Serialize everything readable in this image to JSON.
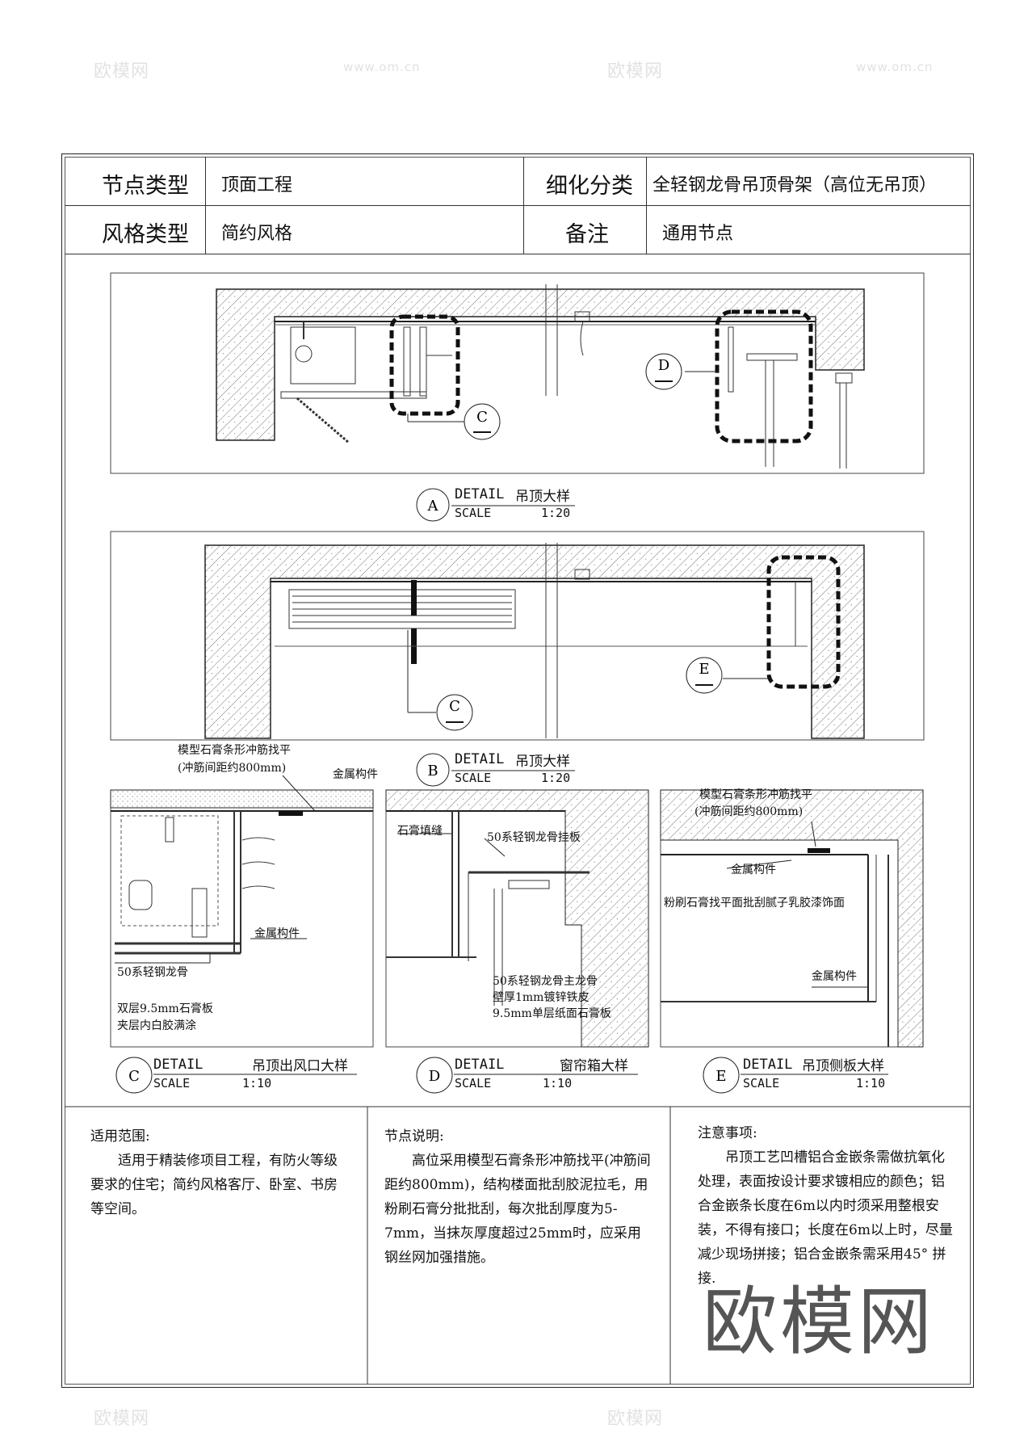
{
  "header": {
    "node_type_label": "节点类型",
    "node_type_value": "顶面工程",
    "refine_label": "细化分类",
    "refine_value": "全轻钢龙骨吊顶骨架（高位无吊顶）",
    "style_label": "风格类型",
    "style_value": "简约风格",
    "remark_label": "备注",
    "remark_value": "通用节点"
  },
  "details": {
    "A": {
      "letter": "A",
      "detail": "DETAIL",
      "name": "吊顶大样",
      "scale": "SCALE",
      "ratio": "1:20"
    },
    "B": {
      "letter": "B",
      "detail": "DETAIL",
      "name": "吊顶大样",
      "scale": "SCALE",
      "ratio": "1:20"
    },
    "C": {
      "letter": "C",
      "detail": "DETAIL",
      "name": "吊顶出风口大样",
      "scale": "SCALE",
      "ratio": "1:10"
    },
    "D": {
      "letter": "D",
      "detail": "DETAIL",
      "name": "窗帘箱大样",
      "scale": "SCALE",
      "ratio": "1:10"
    },
    "E": {
      "letter": "E",
      "detail": "DETAIL",
      "name": "吊顶侧板大样",
      "scale": "SCALE",
      "ratio": "1:10"
    }
  },
  "callouts": {
    "a_c": "C",
    "a_d": "D",
    "b_c": "C",
    "b_e": "E"
  },
  "annotations": {
    "c1": "模型石膏条形冲筋找平",
    "c2": "(冲筋间距约800mm)",
    "c3": "金属构件",
    "c4": "金属构件",
    "c5": "50系轻钢龙骨",
    "c6": "双层9.5mm石膏板",
    "c7": "夹层内白胶满涂",
    "d1": "石膏填缝",
    "d2": "50系轻钢龙骨挂板",
    "d3": "50系轻钢龙骨主龙骨",
    "d4": "壁厚1mm镀锌铁皮",
    "d5": "9.5mm单层纸面石膏板",
    "e1": "模型石膏条形冲筋找平",
    "e2": "(冲筋间距约800mm)",
    "e3": "金属构件",
    "e4": "粉刷石膏找平面批刮腻子乳胶漆饰面",
    "e5": "金属构件"
  },
  "notes": {
    "scope_title": "适用范围:",
    "scope_body": "适用于精装修项目工程，有防火等级要求的住宅；简约风格客厅、卧室、书房等空间。",
    "desc_title": "节点说明:",
    "desc_body": "高位采用模型石膏条形冲筋找平(冲筋间距约800mm)，结构楼面批刮胶泥拉毛，用粉刷石膏分批批刮，每次批刮厚度为5-7mm，当抹灰厚度超过25mm时，应采用钢丝网加强措施。",
    "caution_title": "注意事项:",
    "caution_body": "吊顶工艺凹槽铝合金嵌条需做抗氧化处理，表面按设计要求镀相应的颜色；铝合金嵌条长度在6m以内时须采用整根安装，不得有接口；长度在6m以上时，尽量减少现场拼接；铝合金嵌条需采用45° 拼接."
  },
  "watermarks": {
    "brand": "欧模网",
    "site": "www.om.cn"
  }
}
